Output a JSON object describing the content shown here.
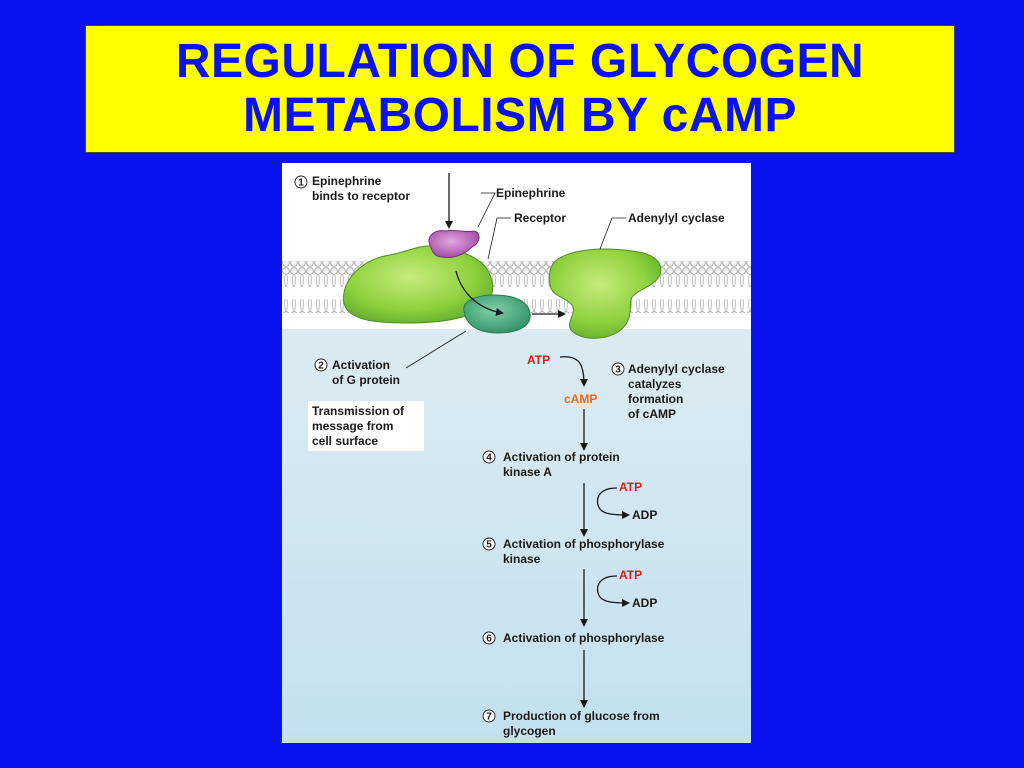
{
  "title": {
    "line1": "REGULATION OF GLYCOGEN",
    "line2": "METABOLISM BY cAMP"
  },
  "colors": {
    "background": "#0a12f0",
    "title_box": "#ffff00",
    "title_text": "#0a12f0",
    "cytoplasm": "#cfe6f0",
    "protein": "#8fd13f",
    "g_protein": "#3aa57a",
    "epinephrine": "#b45cb4",
    "atp": "#e0181a",
    "camp": "#ee6a1c"
  },
  "diagram": {
    "labels": {
      "epinephrine": "Epinephrine",
      "receptor": "Receptor",
      "adenylyl_cyclase": "Adenylyl cyclase",
      "transmission": [
        "Transmission of",
        "message from",
        "cell surface"
      ]
    },
    "steps": [
      {
        "num": "1",
        "lines": [
          "Epinephrine",
          "binds to receptor"
        ]
      },
      {
        "num": "2",
        "lines": [
          "Activation",
          "of G protein"
        ]
      },
      {
        "num": "3",
        "lines": [
          "Adenylyl cyclase",
          "catalyzes",
          "formation",
          "of cAMP"
        ]
      },
      {
        "num": "4",
        "lines": [
          "Activation of protein",
          "kinase A"
        ]
      },
      {
        "num": "5",
        "lines": [
          "Activation of phosphorylase",
          "kinase"
        ]
      },
      {
        "num": "6",
        "lines": [
          "Activation of phosphorylase"
        ]
      },
      {
        "num": "7",
        "lines": [
          "Production of glucose from",
          "glycogen"
        ]
      }
    ],
    "molecules": {
      "atp_1": "ATP",
      "camp": "cAMP",
      "atp_2": "ATP",
      "adp_2": "ADP",
      "atp_3": "ATP",
      "adp_3": "ADP"
    }
  }
}
